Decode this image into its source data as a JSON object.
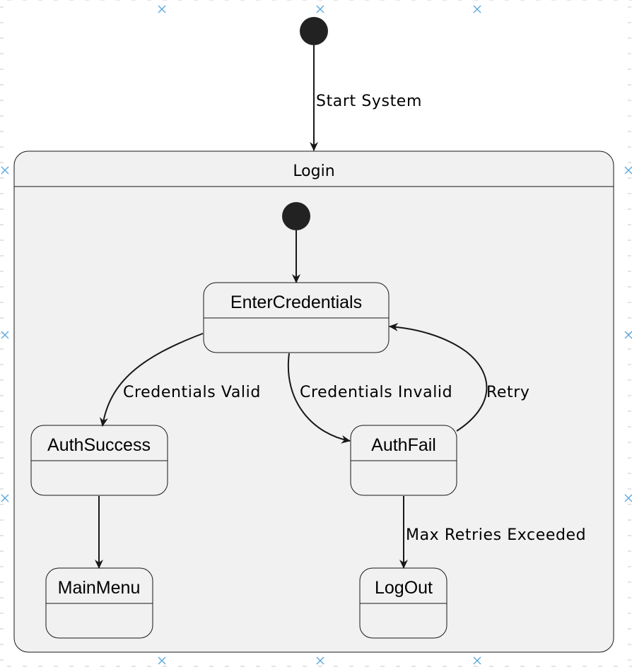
{
  "composite_state": {
    "name": "Login"
  },
  "states": {
    "enter_credentials": "EnterCredentials",
    "auth_success": "AuthSuccess",
    "auth_fail": "AuthFail",
    "main_menu": "MainMenu",
    "log_out": "LogOut"
  },
  "transitions": {
    "start_system": "Start System",
    "credentials_valid": "Credentials Valid",
    "credentials_invalid": "Credentials Invalid",
    "retry": "Retry",
    "max_retries_exceeded": "Max Retries Exceeded"
  },
  "colors": {
    "state_fill": "#f1f1f1",
    "stroke": "#181818",
    "initial_node": "#222222",
    "canvas_marker": "#5aa8dd"
  }
}
